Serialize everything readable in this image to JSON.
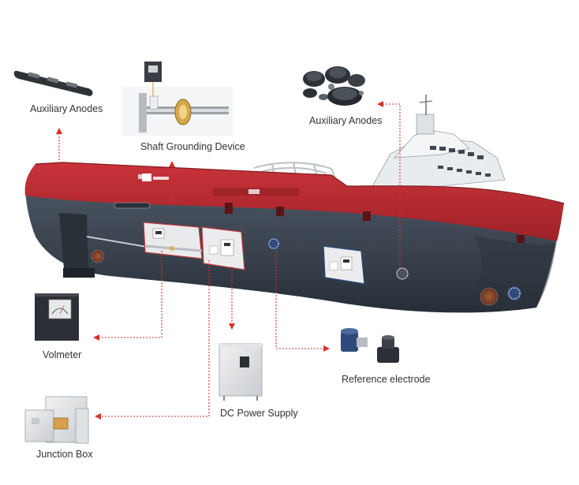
{
  "labels": {
    "aux_anodes_left": "Auxiliary Anodes",
    "shaft_grounding": "Shaft Grounding Device",
    "aux_anodes_right": "Auxiliary Anodes",
    "volmeter": "Volmeter",
    "junction_box": "Junction Box",
    "dc_power_supply": "DC Power Supply",
    "reference_electrode": "Reference electrode"
  },
  "colors": {
    "hull_red": "#b3262b",
    "hull_dark": "#3a4450",
    "superstructure": "#e9ecee",
    "leader_line": "#d9302b",
    "label_text": "#333333",
    "panel_border": "#c23a3a",
    "electrode_blue": "#2f4a7a"
  }
}
